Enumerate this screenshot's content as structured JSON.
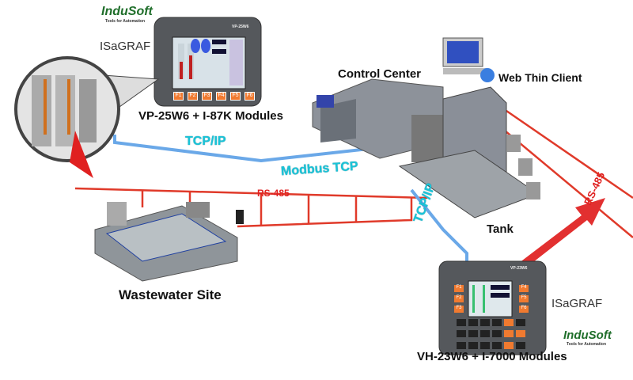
{
  "labels": {
    "vp_device": "VP-25W6 + I-87K Modules",
    "vh_device": "VH-23W6 + I-7000 Modules",
    "control_center": "Control Center",
    "web_thin_client": "Web Thin Client",
    "wastewater_site": "Wastewater Site",
    "tank": "Tank"
  },
  "networks": {
    "tcpip_top": "TCP/IP",
    "modbus_tcp": "Modbus TCP",
    "rs485_middle": "RS-485",
    "tcpip_vertical": "TCP/IP",
    "rs485_right": "RS-485"
  },
  "logos": {
    "indusoft": "InduSoft",
    "indusoft_tagline": "Tools for Automation",
    "isagraf": "ISaGRAF"
  },
  "devices": {
    "vp_model": "VP-25W6",
    "vp_fkeys": [
      "F1",
      "F2",
      "F3",
      "F4",
      "F5",
      "F6"
    ],
    "vh_model": "VP-23W6",
    "vh_fkeys_left": [
      "F1",
      "F2",
      "F3"
    ],
    "vh_fkeys_right": [
      "F4",
      "F5",
      "F6"
    ]
  },
  "colors": {
    "tcp_line": "#6aa8e8",
    "rs485_line": "#e03a2a",
    "label_cyan": "#19c4d8",
    "device_body": "#55585c",
    "fkey": "#f07a30"
  }
}
